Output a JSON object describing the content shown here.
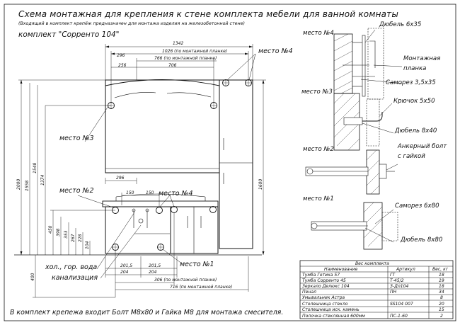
{
  "title": "Схема монтажная для крепления к стене комплекта мебели для ванной комнаты",
  "note": "(Входящий в комплект крепёж предназначен для монтажа изделия на железобетонной стене)",
  "kit_name": "комплект \"Сорренто 104\"",
  "footer": "В комплект крепежа входит Болт М8х80 и Гайка М8 для монтажа смесителя.",
  "places": {
    "p4_main": "место №4",
    "p3_main": "место №3",
    "p2_main": "место №2",
    "p4_lower": "место №4",
    "p1_main": "место №1",
    "cold_hot": "хол., гор. вода",
    "sewer": "канализация"
  },
  "details": {
    "d4_title": "место №4",
    "d4_dowel": "Дюбель 6х35",
    "d4_strip_line1": "Монтажная",
    "d4_strip_line2": "планка",
    "d4_screw": "Саморез 3,5х35",
    "d3_title": "место №3",
    "d3_hook": "Крючок 5х50",
    "d3_dowel": "Дюбель 8х40",
    "d2_title": "место №2",
    "d2_bolt_line1": "Анкерный болт",
    "d2_bolt_line2": "с гайкой",
    "d1_title": "место №1",
    "d1_screw": "Саморез 6х80",
    "d1_dowel": "Дюбель 8х80"
  },
  "dims": {
    "w1342": "1342",
    "w1026": "1026 (по монтажной планке)",
    "w766": "766 (по монтажной планке)",
    "w296a": "296",
    "w256": "256",
    "w706": "706",
    "w296b": "296",
    "w150a": "150",
    "w150b": "150",
    "w2015a": "201,5",
    "w2015b": "201,5",
    "w204a": "204",
    "w204b": "204",
    "w306": "306 (по монтажной планке)",
    "w716": "716 (по монтажной планке)",
    "h2000": "2000",
    "h1558": "1558",
    "h1548": "1548",
    "h1374": "1374",
    "h1600": "1600",
    "h450": "450",
    "h398": "398",
    "h353": "353",
    "h267": "267",
    "h228": "228",
    "h104": "104",
    "h400": "400"
  },
  "table": {
    "caption": "Вес комплекта",
    "headers": [
      "Наименование",
      "Артикул",
      "Вес, кг"
    ],
    "rows": [
      [
        "Тумба Готика 57",
        "ГТ",
        "18"
      ],
      [
        "Тумба Сорренто 45",
        "Т-45/2",
        "19"
      ],
      [
        "Зеркало Делюкс 104",
        "З-Дл104",
        "18"
      ],
      [
        "Пенал",
        "ПН",
        "34"
      ],
      [
        "Умывальник Астра",
        "",
        "8"
      ],
      [
        "Столешница стекло",
        "SS104 007",
        "20"
      ],
      [
        "Столешница иск. камень",
        "",
        "15"
      ],
      [
        "Полочка стеклянная 600мм",
        "ПС-1-60",
        "2"
      ]
    ]
  }
}
